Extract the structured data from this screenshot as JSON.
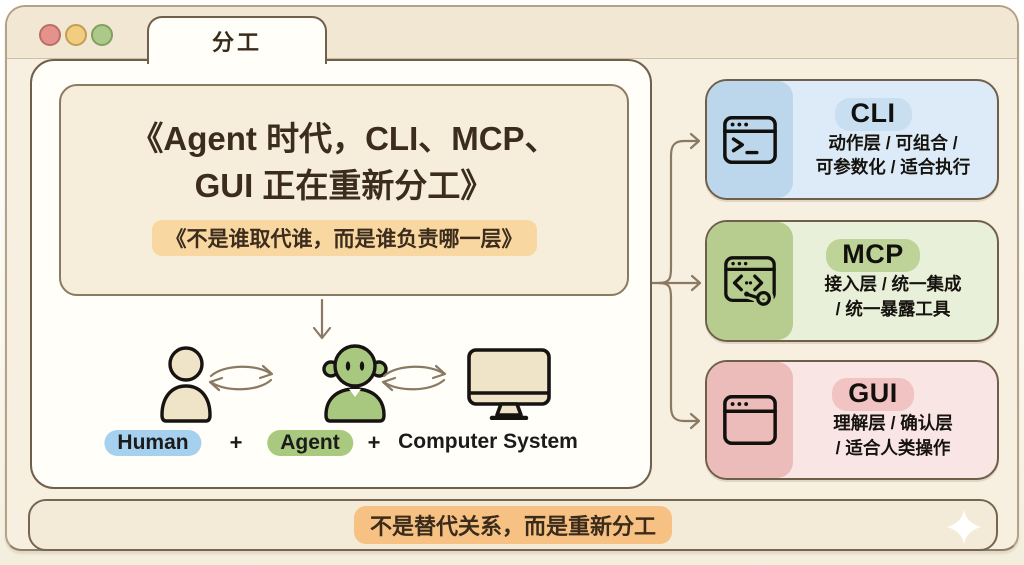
{
  "window": {
    "tab_label": "分工",
    "traffic_lights": [
      "red",
      "yellow",
      "green"
    ]
  },
  "main_card": {
    "title_line1": "《Agent 时代，CLI、MCP、",
    "title_line2": "GUI 正在重新分工》",
    "subtitle": "《不是谁取代谁，而是谁负责哪一层》",
    "plus": "+",
    "actors": [
      {
        "label": "Human",
        "icon": "person-icon",
        "highlight": "#a5d1ef"
      },
      {
        "label": "Agent",
        "icon": "robot-agent-icon",
        "highlight": "#a9c97e"
      },
      {
        "label": "Computer System",
        "icon": "desktop-monitor-icon",
        "highlight": "none"
      }
    ]
  },
  "layers": [
    {
      "name": "CLI",
      "icon": "terminal-window-icon",
      "line1": "动作层 / 可组合 /",
      "line2": "可参数化 / 适合执行",
      "bg": "#dcebf7",
      "panel": "#bcd6eb",
      "pill": "#c8def1"
    },
    {
      "name": "MCP",
      "icon": "code-window-key-icon",
      "line1": "接入层 / 统一集成",
      "line2": "/ 统一暴露工具",
      "bg": "#e9f0d9",
      "panel": "#b7cd90",
      "pill": "#bed398"
    },
    {
      "name": "GUI",
      "icon": "browser-window-icon",
      "line1": "理解层 / 确认层",
      "line2": "/ 适合人类操作",
      "bg": "#f8e5e4",
      "panel": "#ecbcbb",
      "pill": "#f1c3c2"
    }
  ],
  "footer": {
    "text": "不是替代关系，而是重新分工",
    "icon": "sparkle-icon"
  },
  "colors": {
    "window_header": "#f1e7d2",
    "window_body": "#f7efdf",
    "card_border": "#6f5f4b",
    "connector": "#8a7a64",
    "subtitle_highlight": "#f8d7a1",
    "footer_highlight": "#f6c183",
    "human_highlight": "#a5d1ef",
    "agent_highlight": "#a9c97e",
    "skin_fill": "#efe3c8",
    "agent_fill": "#a9c87f"
  }
}
